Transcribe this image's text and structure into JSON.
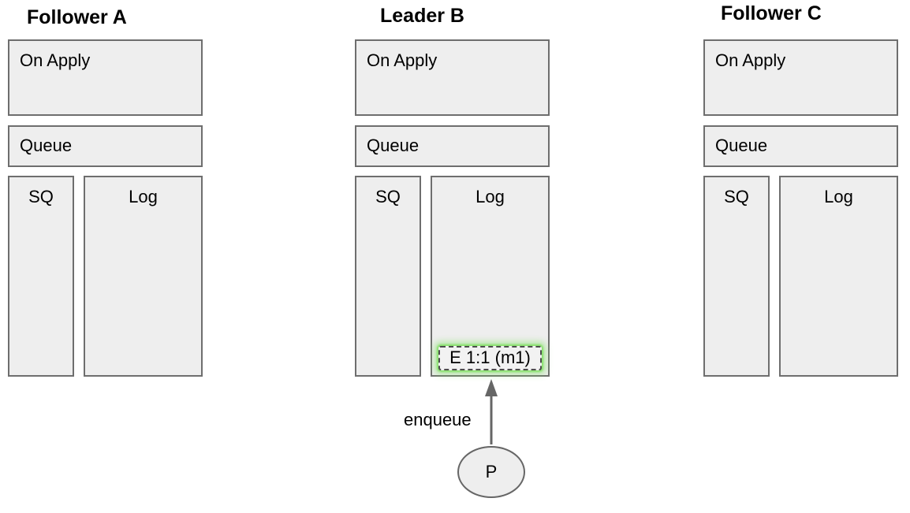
{
  "nodes": [
    {
      "title": "Follower A",
      "on_apply_label": "On Apply",
      "queue_label": "Queue",
      "sq_label": "SQ",
      "log_label": "Log"
    },
    {
      "title": "Leader B",
      "on_apply_label": "On Apply",
      "queue_label": "Queue",
      "sq_label": "SQ",
      "log_label": "Log",
      "log_entry": "E 1:1 (m1)"
    },
    {
      "title": "Follower C",
      "on_apply_label": "On Apply",
      "queue_label": "Queue",
      "sq_label": "SQ",
      "log_label": "Log"
    }
  ],
  "producer": {
    "label": "P",
    "action_label": "enqueue"
  },
  "colors": {
    "background": "#ffffff",
    "box_fill": "#eeeeee",
    "box_border": "#6e6e6e",
    "entry_fill": "#f2f2f2",
    "entry_border": "#4d4d4d",
    "entry_glow": "#7ee061",
    "arrow": "#666666",
    "text": "#000000"
  }
}
